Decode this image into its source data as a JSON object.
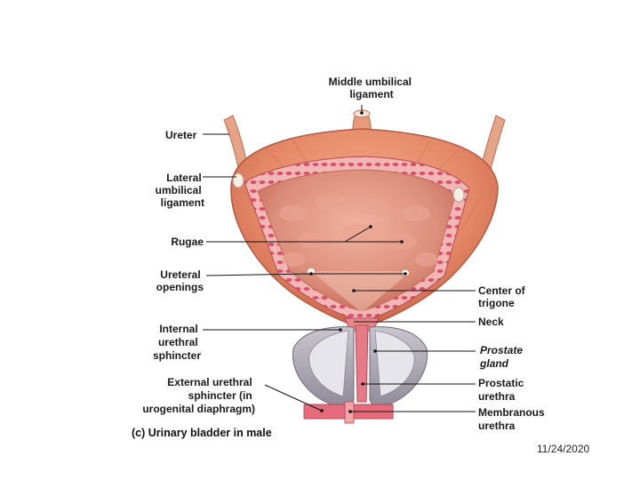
{
  "figure": {
    "caption": "(c) Urinary bladder in male",
    "labels": {
      "middle_umbilical_ligament": [
        "Middle umbilical",
        "ligament"
      ],
      "ureter": [
        "Ureter"
      ],
      "lateral_umbilical_ligament": [
        "Lateral",
        "umbilical",
        "ligament"
      ],
      "rugae": [
        "Rugae"
      ],
      "ureteral_openings": [
        "Ureteral",
        "openings"
      ],
      "center_of_trigone": [
        "Center of",
        "trigone"
      ],
      "neck": [
        "Neck"
      ],
      "internal_urethral_sphincter": [
        "Internal",
        "urethral",
        "sphincter"
      ],
      "prostate_gland": [
        "Prostate",
        "gland"
      ],
      "external_urethral_sphincter": [
        "External urethral",
        "sphincter (in",
        "urogenital diaphragm)"
      ],
      "prostatic_urethra": [
        "Prostatic",
        "urethra"
      ],
      "membranous_urethra": [
        "Membranous",
        "urethra"
      ]
    }
  },
  "footer": {
    "date": "11/24/2020"
  }
}
